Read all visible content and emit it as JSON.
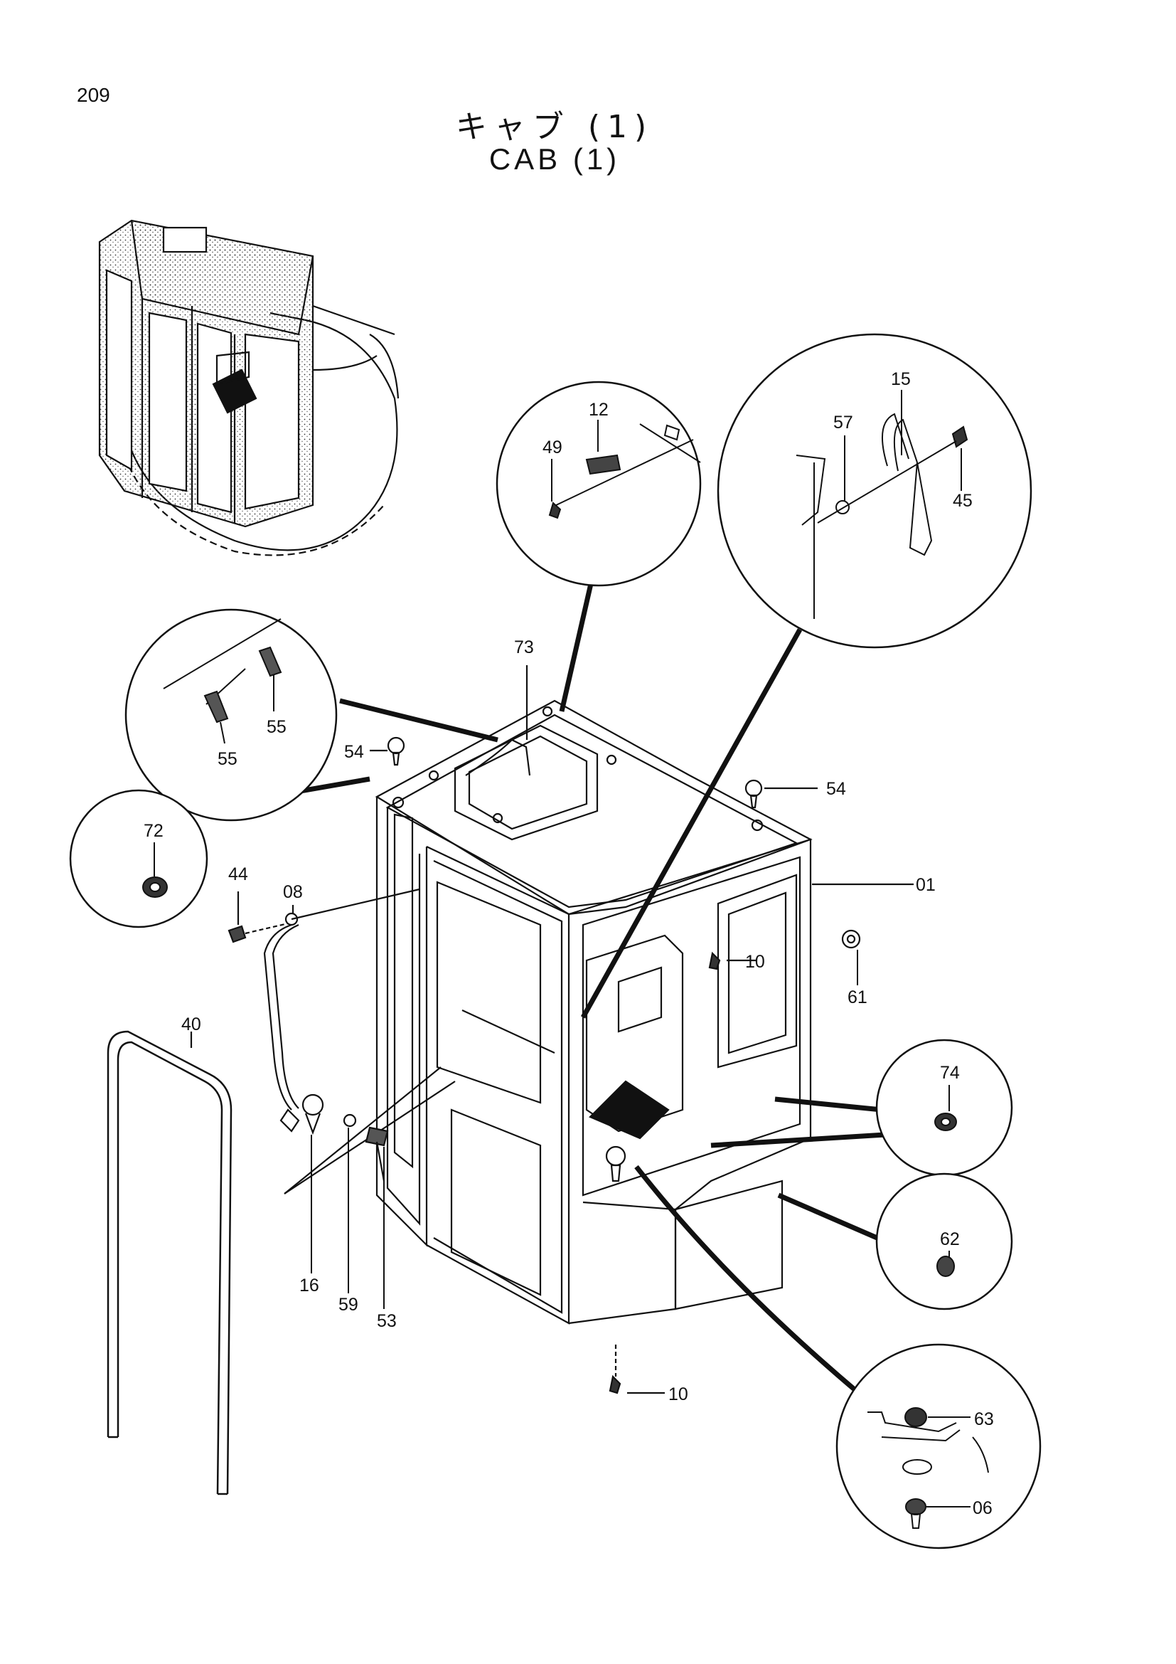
{
  "page": {
    "number": "209"
  },
  "title": {
    "japanese": "キャブ (1)",
    "english": "CAB (1)"
  },
  "callouts": [
    {
      "part": "01"
    },
    {
      "part": "06"
    },
    {
      "part": "08"
    },
    {
      "part": "10"
    },
    {
      "part": "10"
    },
    {
      "part": "12"
    },
    {
      "part": "15"
    },
    {
      "part": "16"
    },
    {
      "part": "40"
    },
    {
      "part": "44"
    },
    {
      "part": "45"
    },
    {
      "part": "49"
    },
    {
      "part": "53"
    },
    {
      "part": "54"
    },
    {
      "part": "54"
    },
    {
      "part": "55"
    },
    {
      "part": "55"
    },
    {
      "part": "57"
    },
    {
      "part": "59"
    },
    {
      "part": "61"
    },
    {
      "part": "62"
    },
    {
      "part": "63"
    },
    {
      "part": "72"
    },
    {
      "part": "73"
    },
    {
      "part": "74"
    }
  ],
  "icons": [
    "cab-assembly-drawing",
    "excavator-overview-drawing",
    "detail-circle"
  ],
  "colors": {
    "line": "#111111",
    "background": "#ffffff"
  }
}
